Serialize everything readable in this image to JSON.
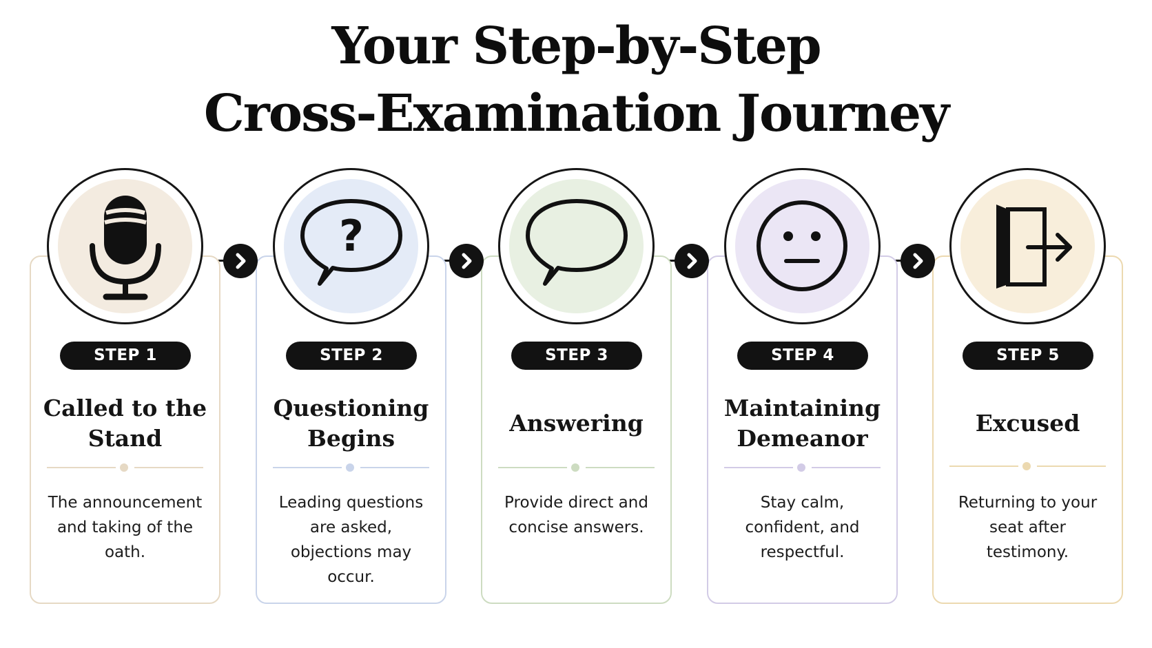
{
  "title": {
    "line1": "Your Step-by-Step",
    "line2": "Cross-Examination Journey"
  },
  "steps": [
    {
      "badge": "STEP 1",
      "heading": "Called to the Stand",
      "description": "The announcement and taking of the oath.",
      "icon": "microphone-icon",
      "tint_color": "#f3ebe0",
      "border_color": "#e6d9c4"
    },
    {
      "badge": "STEP 2",
      "heading": "Questioning Begins",
      "description": "Leading questions are asked, objections may occur.",
      "icon": "question-bubble-icon",
      "tint_color": "#e4ebf7",
      "border_color": "#c9d4ea"
    },
    {
      "badge": "STEP 3",
      "heading": "Answering",
      "description": "Provide direct and concise answers.",
      "icon": "speech-bubble-icon",
      "tint_color": "#e8f0e2",
      "border_color": "#cddcc1"
    },
    {
      "badge": "STEP 4",
      "heading": "Maintaining Demeanor",
      "description": "Stay calm, confident, and respectful.",
      "icon": "neutral-face-icon",
      "tint_color": "#ebe6f5",
      "border_color": "#d2cbe6"
    },
    {
      "badge": "STEP 5",
      "heading": "Excused",
      "description": "Returning to your seat after testimony.",
      "icon": "exit-door-icon",
      "tint_color": "#f8eedb",
      "border_color": "#ecd9b0"
    }
  ],
  "connector_icon": "chevron-right-icon"
}
